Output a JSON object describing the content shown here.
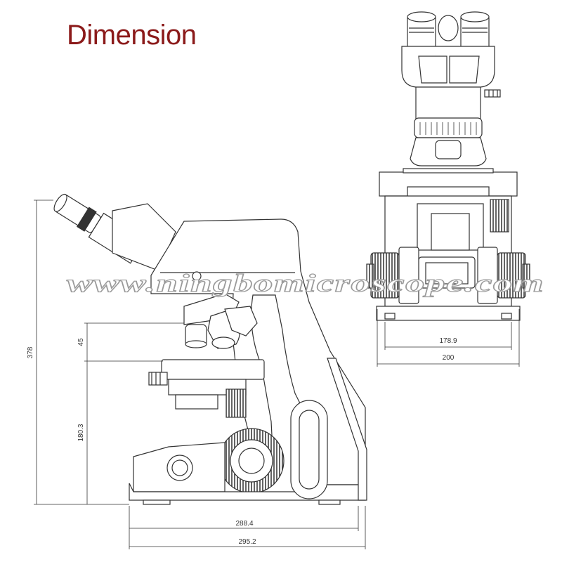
{
  "title": "Dimension",
  "watermark": "www.ningbomicroscope.com",
  "colors": {
    "title": "#8b1a1a",
    "line": "#333333"
  },
  "front_view": {
    "dimensions": {
      "inner_width": "178.9",
      "outer_width": "200"
    }
  },
  "side_view": {
    "dimensions": {
      "total_height": "378",
      "objective_to_stage": "45",
      "stage_height": "180.3",
      "base_depth": "288.4",
      "total_depth": "295.2"
    }
  }
}
